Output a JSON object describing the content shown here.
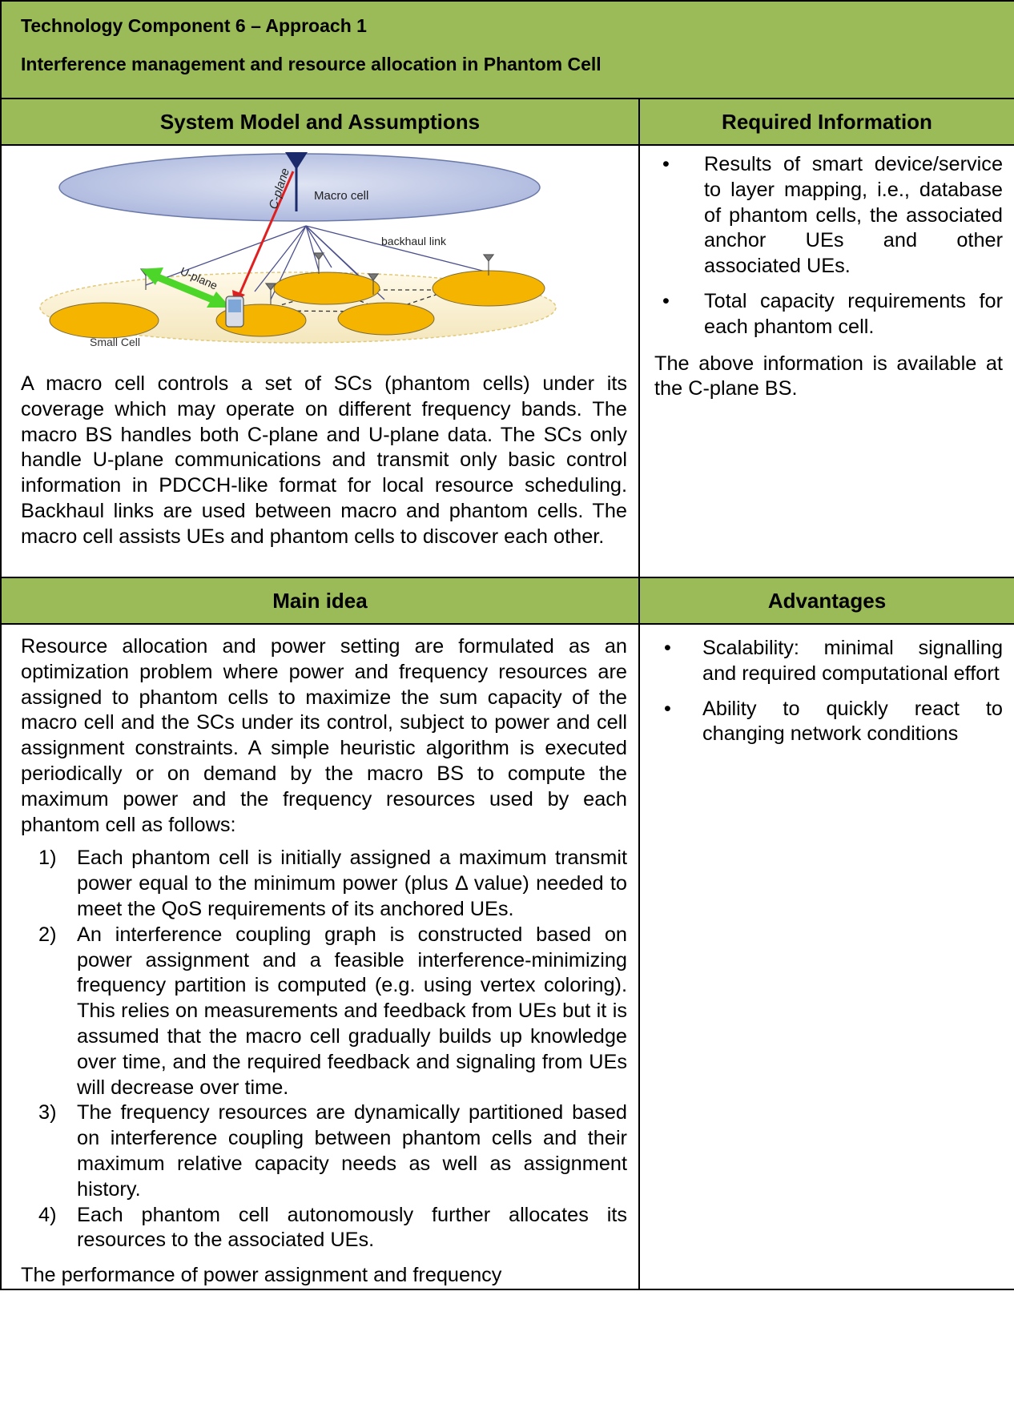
{
  "title": {
    "line1": "Technology Component 6 – Approach 1",
    "line2": "Interference management and resource allocation in Phantom Cell"
  },
  "section1": {
    "left_header": "System Model and Assumptions",
    "right_header": "Required Information",
    "figure_labels": {
      "cplane": "C-plane",
      "macro": "Macro cell",
      "backhaul": "backhaul link",
      "uplane": "U-plane",
      "small": "Small Cell"
    },
    "left_text": "A macro cell controls a set of SCs (phantom cells) under its coverage which may operate on different frequency bands. The macro BS handles both C-plane and U-plane data. The SCs only handle U-plane communications and transmit only basic control information in PDCCH-like format for local resource scheduling. Backhaul links are used between macro and phantom cells. The macro cell assists UEs and phantom cells to discover each other.",
    "bullets": [
      "Results of smart device/service to layer mapping, i.e., database of phantom cells, the associated anchor UEs and other associated UEs.",
      "Total capacity requirements for each phantom cell."
    ],
    "bullet_symbol": "•",
    "note": "The above information is available at the C-plane BS."
  },
  "section2": {
    "left_header": "Main idea",
    "right_header": "Advantages",
    "intro": "Resource allocation and power setting are formulated as an optimization problem where power and frequency resources are assigned to phantom cells to maximize the sum capacity of the macro cell and the SCs under its control, subject to power and cell assignment constraints. A simple heuristic algorithm is executed periodically or on demand by the macro BS to compute the maximum power and the frequency resources used by each phantom cell as follows:",
    "steps": [
      {
        "num": "1)",
        "text": "Each phantom cell is initially assigned a maximum transmit power equal to the minimum power (plus Δ value) needed to meet the QoS requirements of its anchored UEs."
      },
      {
        "num": "2)",
        "text": "An interference coupling graph is constructed based on power assignment and a feasible interference-minimizing frequency partition is computed (e.g. using vertex coloring). This relies on measurements and feedback from UEs but it is assumed that the macro cell gradually builds up knowledge over time, and the required feedback and signaling from UEs will decrease over time."
      },
      {
        "num": "3)",
        "text": "The frequency resources are dynamically partitioned based on interference coupling between phantom cells and their maximum relative capacity needs as well as assignment history."
      },
      {
        "num": "4)",
        "text": "Each phantom cell autonomously further allocates its resources to the associated UEs."
      }
    ],
    "trailing": "The performance of power assignment and frequency",
    "advantages": [
      "Scalability: minimal signalling and required computational effort",
      "Ability to quickly react to changing network conditions"
    ]
  },
  "colors": {
    "header_green": "#9bbb59",
    "macro_ellipse": "#b4bfe0",
    "small_cell": "#f5b400",
    "cplane_arrow": "#e02020",
    "uplane_arrow": "#4cd62a"
  }
}
